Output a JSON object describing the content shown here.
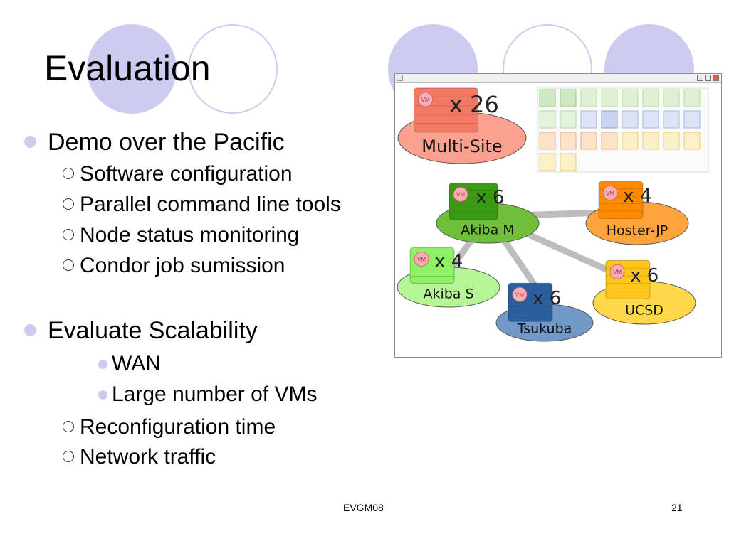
{
  "title": "Evaluation",
  "bullets": [
    {
      "level": 1,
      "text": "Demo over the Pacific"
    },
    {
      "level": 2,
      "text": "Software configuration"
    },
    {
      "level": 2,
      "text": "Parallel command line tools"
    },
    {
      "level": 2,
      "text": "Node status monitoring"
    },
    {
      "level": 2,
      "text": "Condor job sumission"
    },
    {
      "level": 1,
      "text": "Evaluate Scalability"
    },
    {
      "level": 3,
      "text": "WAN"
    },
    {
      "level": 3,
      "text": "Large number of VMs"
    },
    {
      "level": 2,
      "text": "Reconfiguration time"
    },
    {
      "level": 2,
      "text": "Network traffic"
    }
  ],
  "footer": {
    "center": "EVGM08",
    "page": "21"
  },
  "diagram": {
    "vm_label": "VM",
    "sites": [
      {
        "name": "Multi-Site",
        "count": "x 26",
        "color": "#f27a63",
        "ellipse": "#f9a08e"
      },
      {
        "name": "Akiba M",
        "count": "x 6",
        "color": "#3a9a14",
        "ellipse": "#6fbf3a"
      },
      {
        "name": "Hoster-JP",
        "count": "x 4",
        "color": "#ff8a00",
        "ellipse": "#ffa43a"
      },
      {
        "name": "Akiba S",
        "count": "x 4",
        "color": "#8ef064",
        "ellipse": "#b6f596"
      },
      {
        "name": "Tsukuba",
        "count": "x 6",
        "color": "#2a5f9e",
        "ellipse": "#7199c8"
      },
      {
        "name": "UCSD",
        "count": "x 6",
        "color": "#ffc619",
        "ellipse": "#ffd84a"
      }
    ]
  }
}
